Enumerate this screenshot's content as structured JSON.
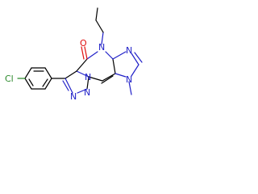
{
  "molecule": {
    "atoms": {
      "oxygen": "O",
      "cl_text": "Cl",
      "n_propyl": "N",
      "n_imid_top": "N",
      "n_imid_bottom": "N",
      "n_bridge": "N",
      "n_tri_a": "N",
      "n_tri_b": "N"
    },
    "colors": {
      "carbon_bond": "#000000",
      "nitrogen": "#2020c8",
      "oxygen": "#e01010",
      "chlorine": "#2a8a2a",
      "background": "#ffffff"
    }
  }
}
